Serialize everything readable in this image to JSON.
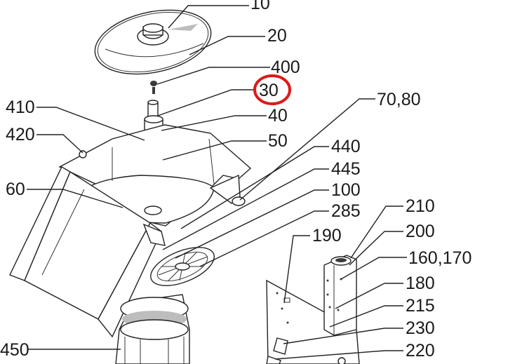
{
  "callouts": [
    {
      "id": "10",
      "label": "10"
    },
    {
      "id": "20",
      "label": "20"
    },
    {
      "id": "400",
      "label": "400"
    },
    {
      "id": "30",
      "label": "30",
      "highlighted": true
    },
    {
      "id": "410",
      "label": "410"
    },
    {
      "id": "40",
      "label": "40"
    },
    {
      "id": "420",
      "label": "420"
    },
    {
      "id": "50",
      "label": "50"
    },
    {
      "id": "70_80",
      "label": "70,80"
    },
    {
      "id": "440",
      "label": "440"
    },
    {
      "id": "445",
      "label": "445"
    },
    {
      "id": "60",
      "label": "60"
    },
    {
      "id": "100",
      "label": "100"
    },
    {
      "id": "285",
      "label": "285"
    },
    {
      "id": "210",
      "label": "210"
    },
    {
      "id": "190",
      "label": "190"
    },
    {
      "id": "200",
      "label": "200"
    },
    {
      "id": "160_170",
      "label": "160,170"
    },
    {
      "id": "180",
      "label": "180"
    },
    {
      "id": "215",
      "label": "215"
    },
    {
      "id": "230",
      "label": "230"
    },
    {
      "id": "450",
      "label": "450"
    },
    {
      "id": "220",
      "label": "220"
    }
  ],
  "colors": {
    "highlight": "#e01818",
    "line": "#222222"
  }
}
